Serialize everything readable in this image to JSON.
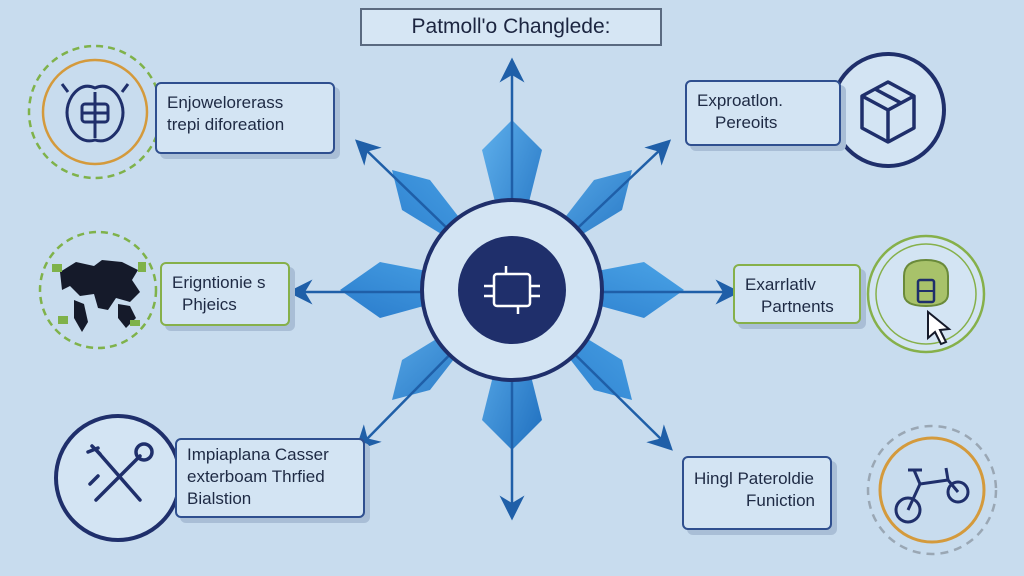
{
  "title": "Patmoll'o Changlede:",
  "nodes": {
    "top_left": {
      "lines": [
        "Enjowelorerass",
        "trepi diforeation"
      ]
    },
    "top_right": {
      "lines": [
        "Exproatlon.",
        "Pereoits"
      ]
    },
    "mid_left": {
      "lines": [
        "Erigntionie s",
        "Phjeics"
      ]
    },
    "mid_right": {
      "lines": [
        "Exarrlatlv",
        "Partnents"
      ]
    },
    "bottom_left": {
      "lines": [
        "Impiaplana Casser",
        "exterboam Thrfied",
        "Bialstion"
      ]
    },
    "bottom_right": {
      "lines": [
        "Hingl Pateroldie",
        "Funiction"
      ]
    }
  },
  "colors": {
    "background": "#c8dcee",
    "navy": "#1f2f6b",
    "arrow_blue": "#3a8fd6",
    "arrow_dark": "#1f6fbf",
    "green": "#86b04a",
    "orange": "#d49a3c"
  },
  "icons": {
    "hub": "chip-icon",
    "top_left": "brain-icon",
    "top_right": "cube-icon",
    "mid_left": "world-map-icon",
    "mid_right": "cursor-icon",
    "bottom_left": "tools-icon",
    "bottom_right": "bicycle-icon"
  }
}
